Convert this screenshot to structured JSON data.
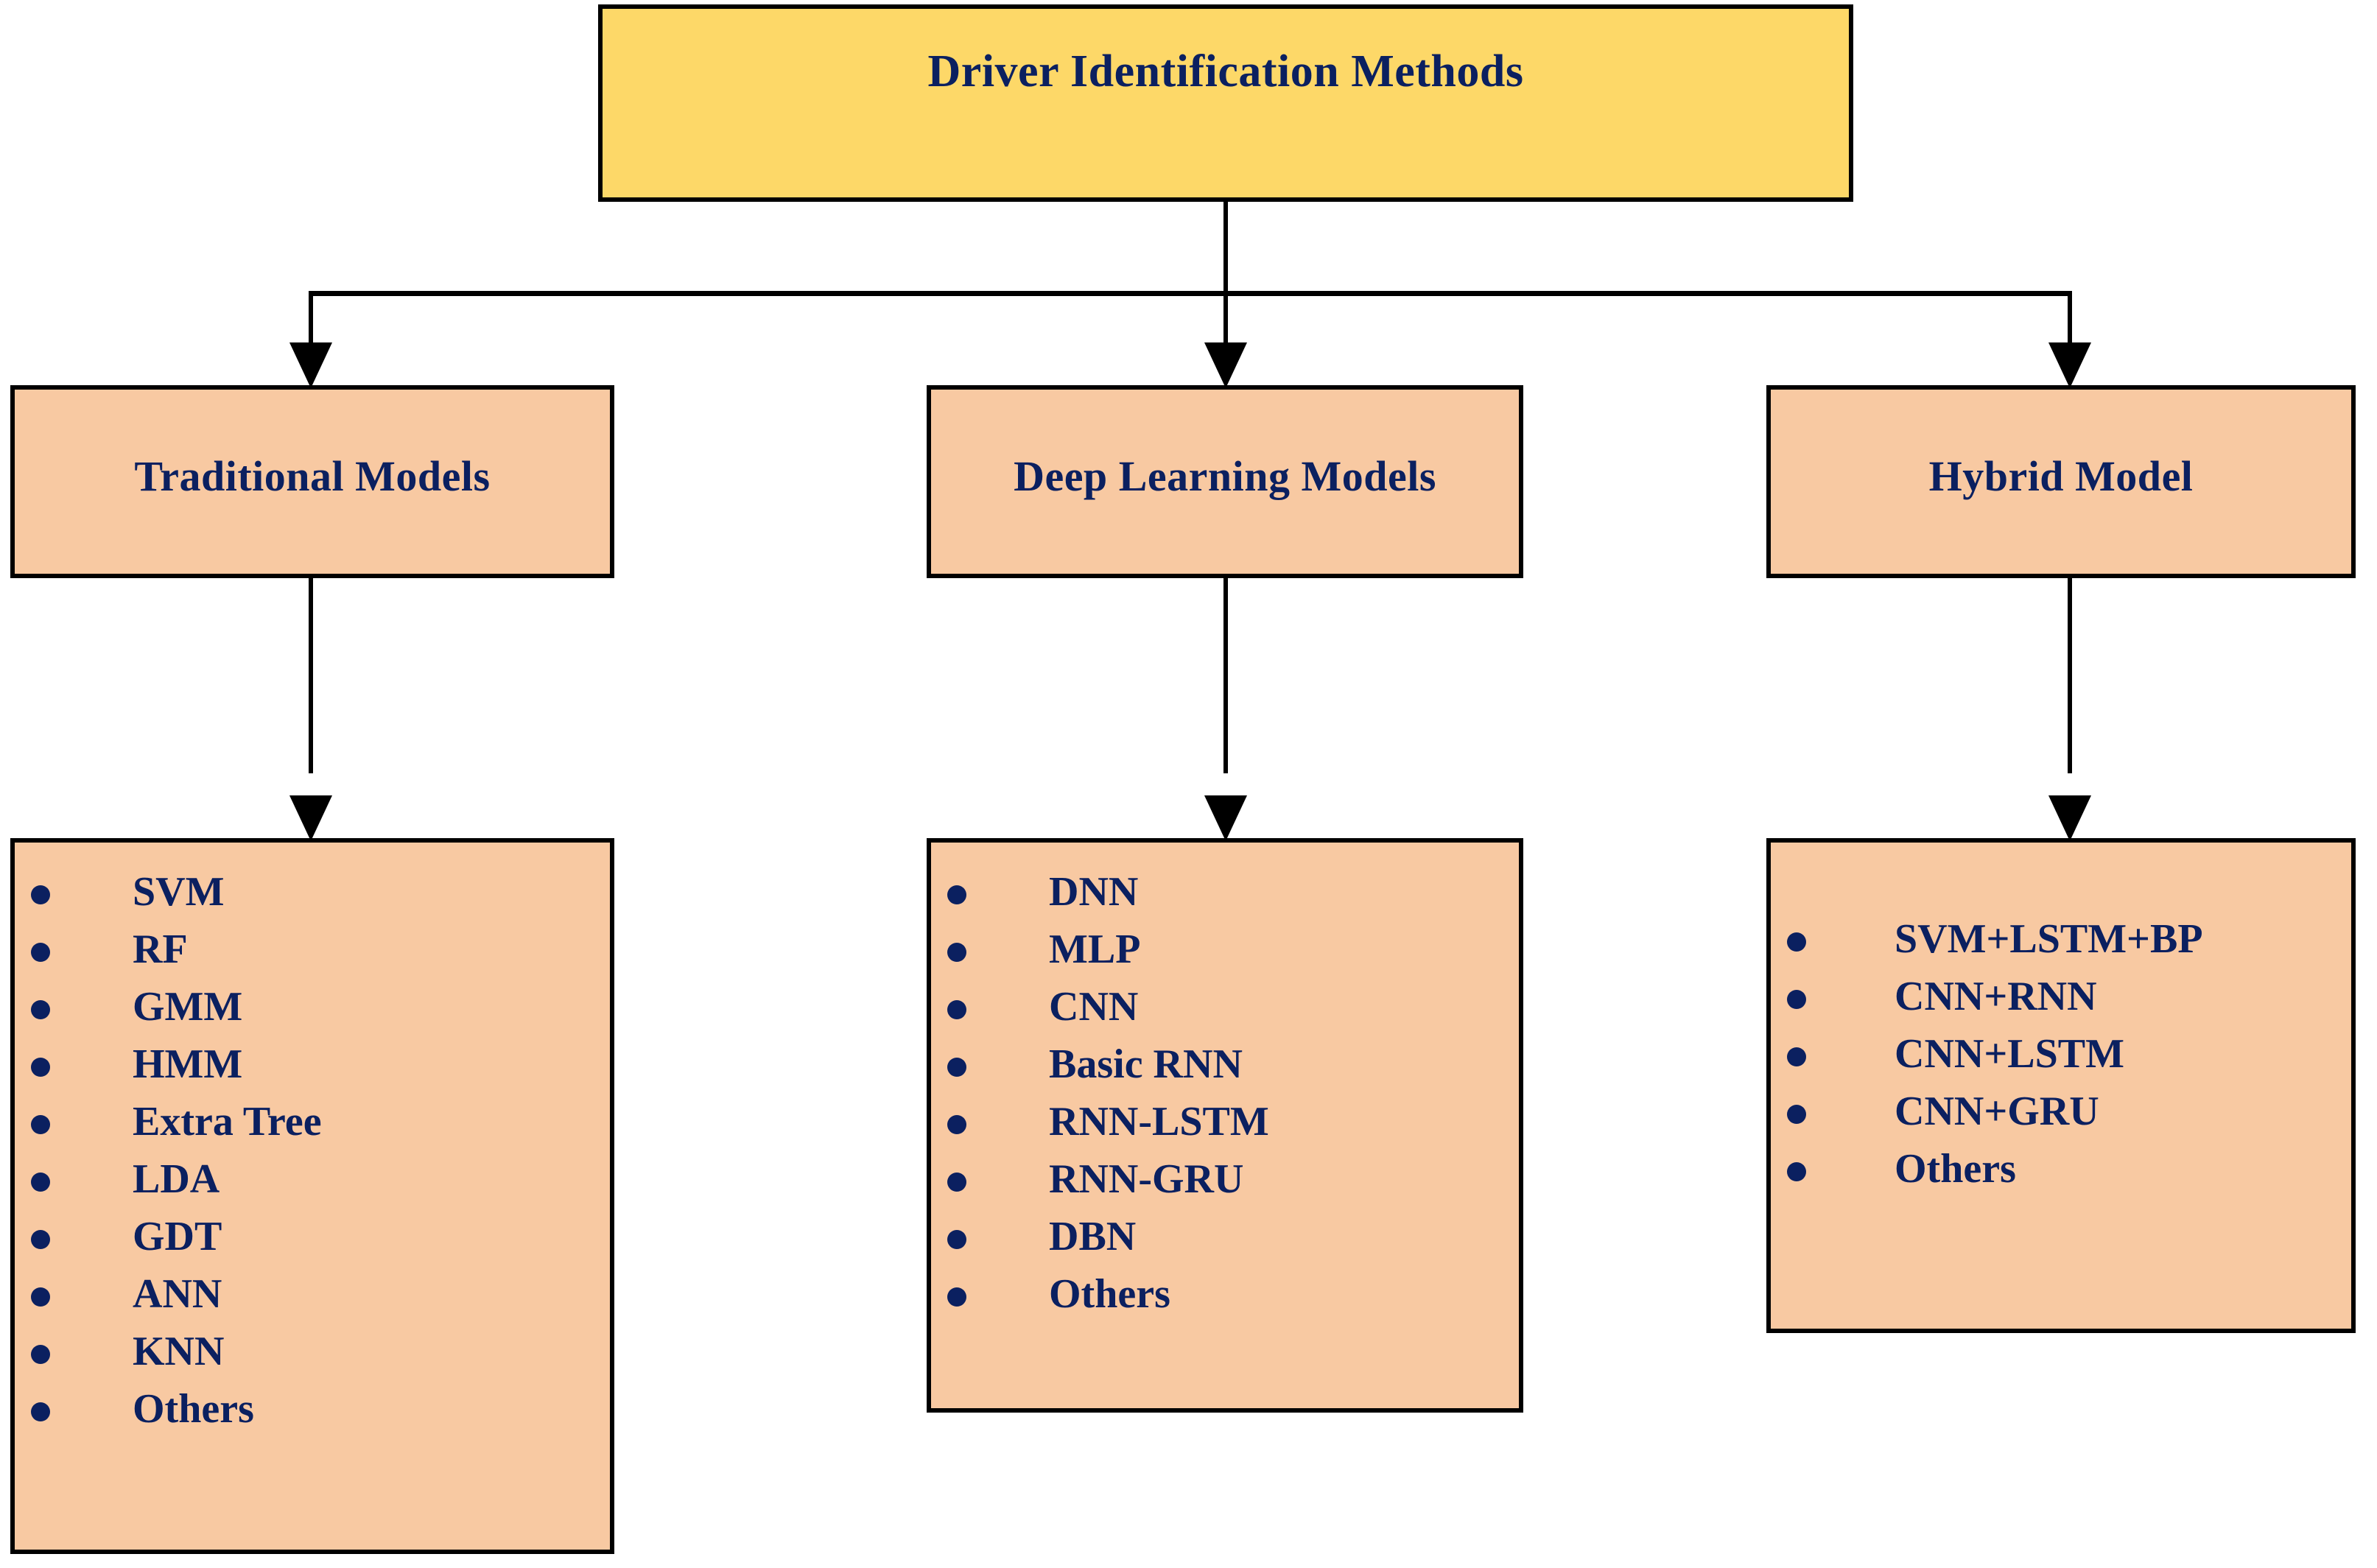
{
  "diagram": {
    "root": {
      "label": "Driver Identification Methods",
      "fill": "#FDD868",
      "border": "#000000",
      "text_color": "#0B2060"
    },
    "branch_fill": "#F8C9A2",
    "categories": [
      {
        "label": "Traditional Models",
        "items": [
          "SVM",
          "RF",
          "GMM",
          "HMM",
          "Extra Tree",
          "LDA",
          "GDT",
          "ANN",
          "KNN",
          "Others"
        ]
      },
      {
        "label": "Deep Learning Models",
        "items": [
          "DNN",
          "MLP",
          "CNN",
          "Basic RNN",
          "RNN-LSTM",
          "RNN-GRU",
          "DBN",
          "Others"
        ]
      },
      {
        "label": "Hybrid Model",
        "items": [
          "SVM+LSTM+BP",
          "CNN+RNN",
          "CNN+LSTM",
          "CNN+GRU",
          "Others"
        ]
      }
    ]
  }
}
